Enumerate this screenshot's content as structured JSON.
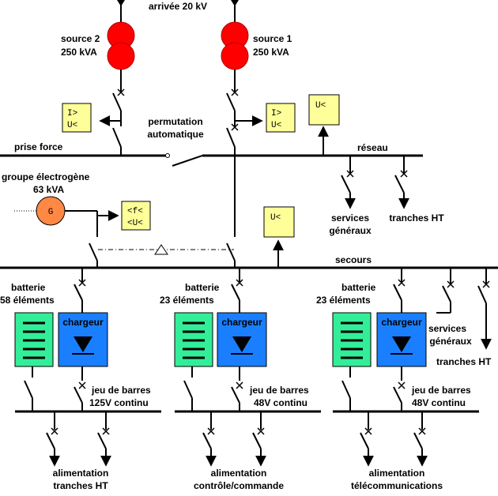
{
  "colors": {
    "transformer": "#ff0000",
    "relay_box": "#ffff99",
    "battery": "#33ee99",
    "charger": "#1a7fff",
    "generator": "#ff8844",
    "line": "#000000"
  },
  "top": {
    "incoming": "arrivée 20 kV"
  },
  "sources": [
    {
      "name": "source 2",
      "rating": "250 kVA"
    },
    {
      "name": "source 1",
      "rating": "250 kVA"
    }
  ],
  "relays": {
    "source2": [
      "I>",
      "U<"
    ],
    "source1": [
      "I>",
      "U<"
    ],
    "reseau_u": "U<",
    "secours_u": "U<",
    "generator": [
      "<f<",
      "<U<"
    ]
  },
  "permutation": [
    "permutation",
    "automatique"
  ],
  "buses": {
    "prise_force": "prise force",
    "reseau": "réseau",
    "secours": "secours"
  },
  "generator": {
    "name": "groupe électrogène",
    "rating": "63 kVA",
    "symbol": "G"
  },
  "reseau_feeders": [
    [
      "services",
      "généraux"
    ],
    [
      "tranches HT"
    ]
  ],
  "dc_sections": [
    {
      "battery": [
        "batterie",
        "58 éléments"
      ],
      "charger": "chargeur",
      "bus": [
        "jeu de barres",
        "125V continu"
      ],
      "load": [
        "alimentation",
        "tranches HT"
      ]
    },
    {
      "battery": [
        "batterie",
        "23 éléments"
      ],
      "charger": "chargeur",
      "bus": [
        "jeu de barres",
        "48V continu"
      ],
      "load": [
        "alimentation",
        "contrôle/commande"
      ]
    },
    {
      "battery": [
        "batterie",
        "23 éléments"
      ],
      "charger": "chargeur",
      "bus": [
        "jeu de barres",
        "48V continu"
      ],
      "load": [
        "alimentation",
        "télécommunications"
      ]
    }
  ],
  "secours_feeders": {
    "services": [
      "services",
      "généraux"
    ],
    "tranches": "tranches HT"
  }
}
